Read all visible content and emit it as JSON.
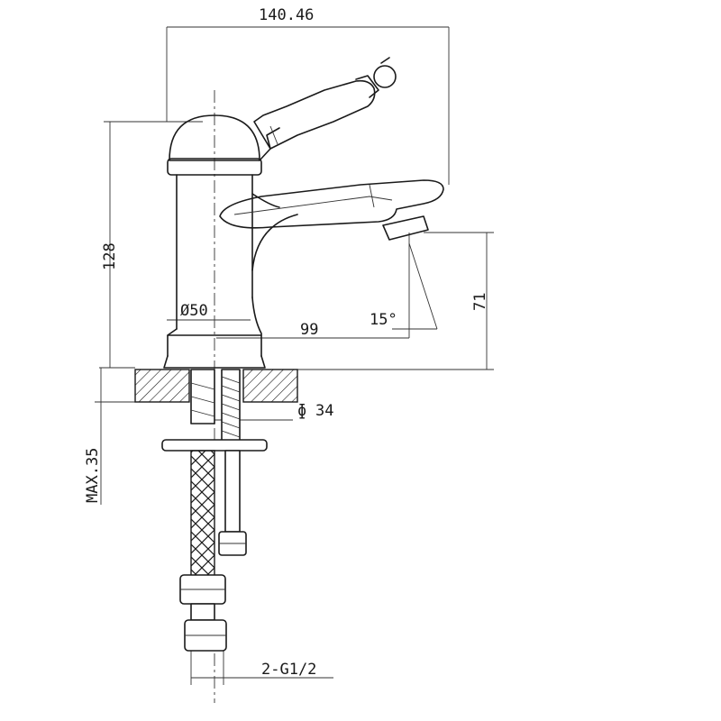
{
  "dimensions": {
    "overall_width": "140.46",
    "height": "128",
    "base_diameter": "Ø50",
    "spout_reach": "99",
    "spout_height": "71",
    "spout_angle": "15°",
    "hole_diameter": "34",
    "hole_diameter_symbol": "ɸ",
    "max_deck_thickness": "MAX.35",
    "inlet_thread": "2-G1/2"
  },
  "colors": {
    "line": "#1a1a1a",
    "background": "#ffffff"
  }
}
